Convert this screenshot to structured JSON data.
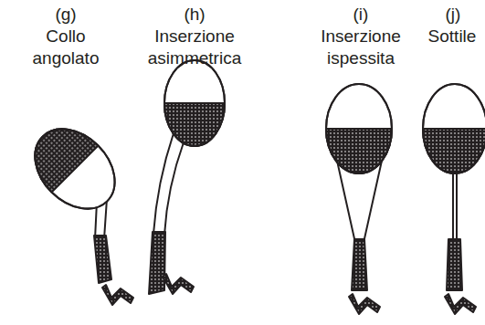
{
  "diagram": {
    "labels": [
      "(g)",
      "Collo angolato",
      "(h)",
      "Inserzione asimmetrica",
      "(i)",
      "Inserzione ispessita",
      "(j)",
      "Sottile"
    ]
  }
}
